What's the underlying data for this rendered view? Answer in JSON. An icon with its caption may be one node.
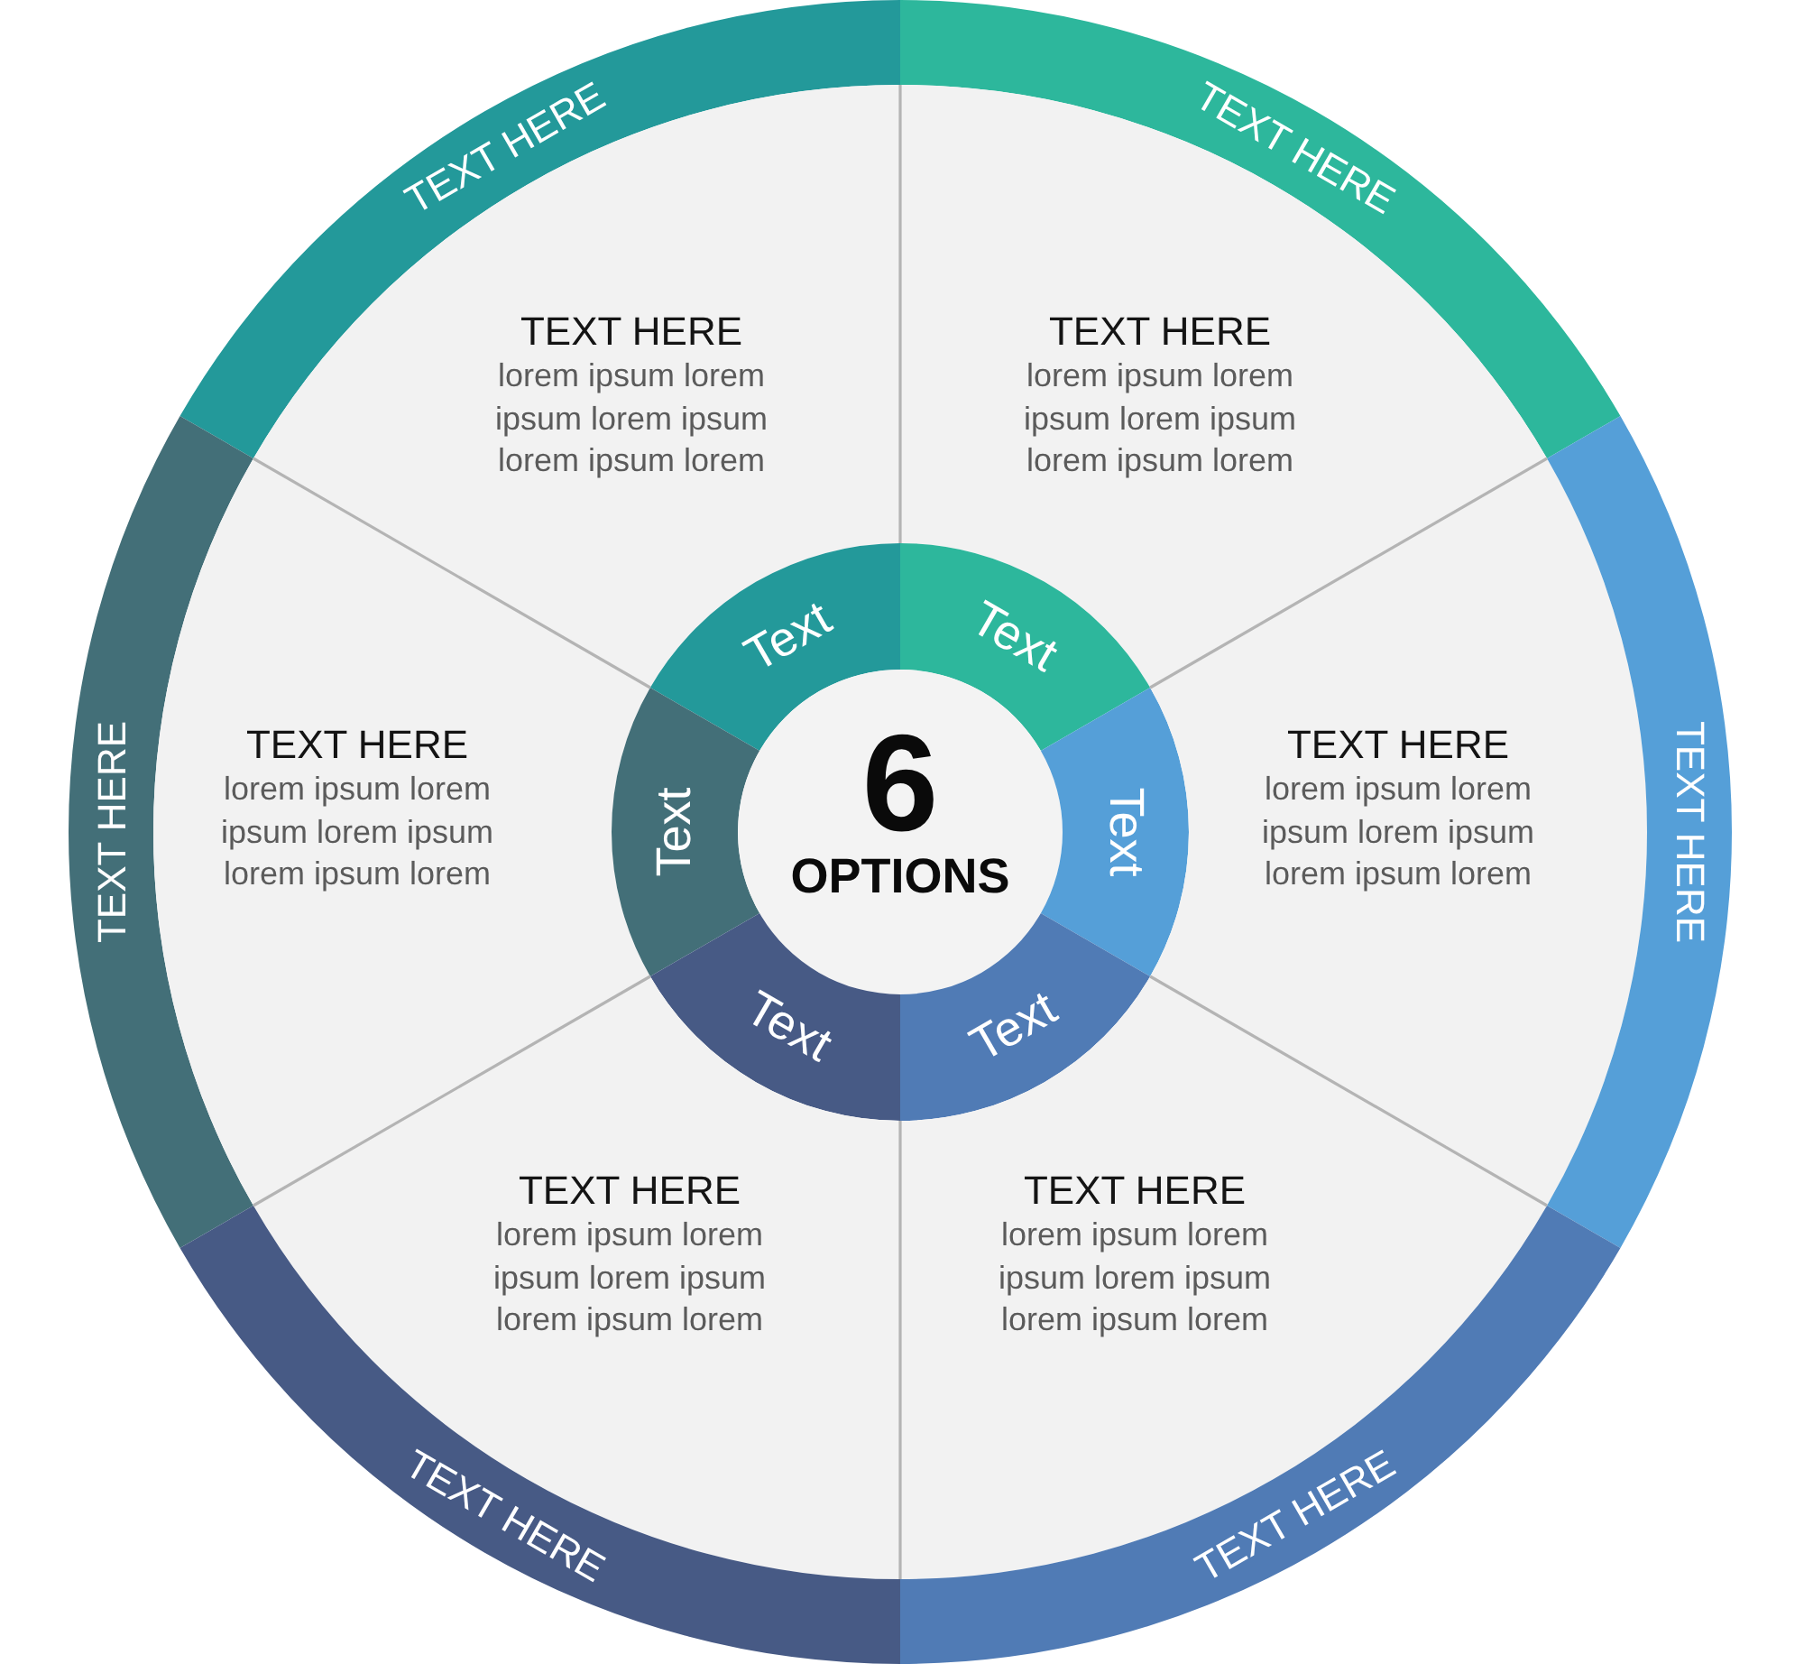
{
  "diagram": {
    "nodes": [
      {
        "text": [
          "TEXT HERE"
        ]
      },
      {
        "text": [
          "TEXT HERE"
        ]
      },
      {
        "text": [
          "TEXT HERE",
          "lorem ipsum lorem ipsum lorem ipsum lorem ipsum lorem"
        ]
      },
      {
        "text": [
          "TEXT HERE",
          "lorem ipsum lorem ipsum lorem ipsum lorem ipsum lorem"
        ]
      },
      {
        "text": [
          "TEXT HERE"
        ]
      },
      {
        "text": [
          "TEXT HERE",
          "lorem ipsum lorem ipsum lorem ipsum lorem ipsum lorem"
        ]
      },
      {
        "text": [
          "Text"
        ]
      },
      {
        "text": [
          "Text"
        ]
      },
      {
        "text": [
          "Text"
        ]
      },
      {
        "text": [
          "6",
          "OPTIONS"
        ]
      },
      {
        "text": [
          "Text"
        ]
      },
      {
        "text": [
          "TEXT HERE",
          "lorem ipsum lorem ipsum lorem ipsum lorem ipsum lorem"
        ]
      },
      {
        "text": [
          "TEXT HERE"
        ]
      },
      {
        "text": [
          "Text"
        ]
      },
      {
        "text": [
          "Text"
        ]
      },
      {
        "text": [
          "TEXT HERE",
          "lorem ipsum lorem ipsum lorem ipsum lorem ipsum lorem"
        ]
      },
      {
        "text": [
          "TEXT HERE",
          "lorem ipsum lorem ipsum lorem ipsum lorem ipsum lorem"
        ]
      },
      {
        "text": [
          "TEXT HERE"
        ]
      },
      {
        "text": [
          "TEXT HERE"
        ]
      }
    ]
  }
}
